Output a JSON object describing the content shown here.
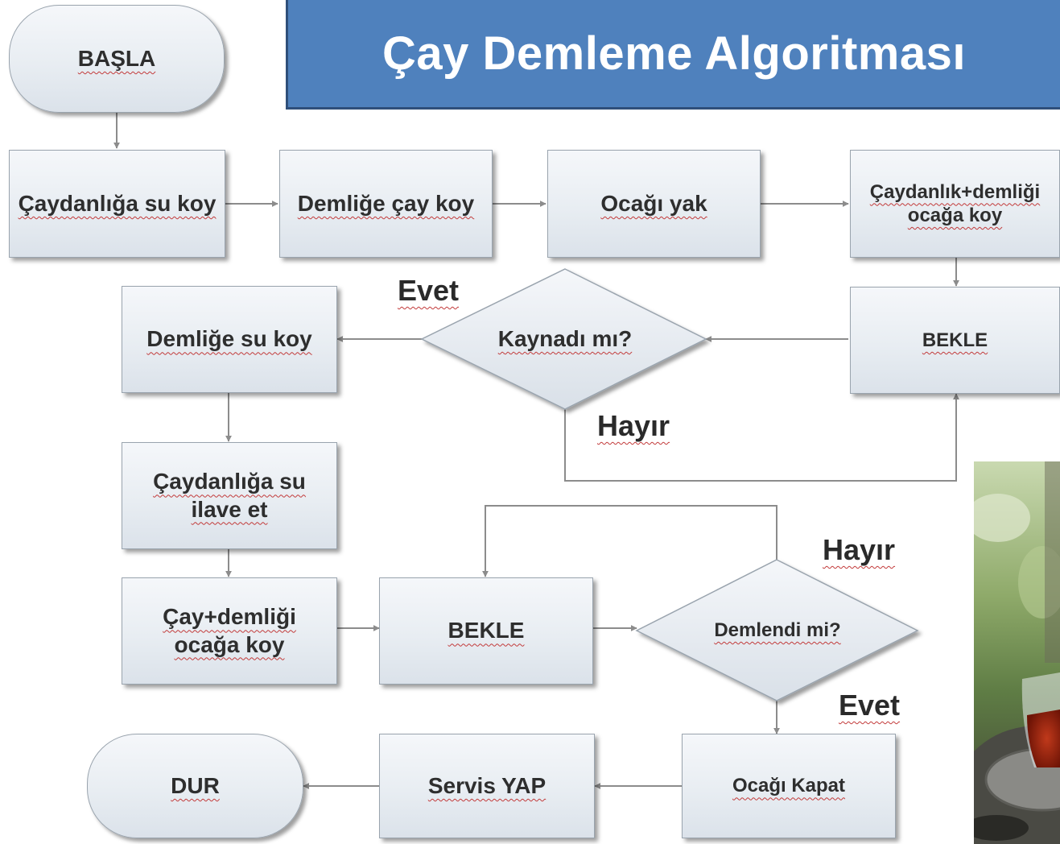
{
  "title": "Çay Demleme Algoritması",
  "nodes": {
    "start": "BAŞLA",
    "step1": "Çaydanlığa su koy",
    "step2": "Demliğe çay koy",
    "step3": "Ocağı yak",
    "step4": "Çaydanlık+demliği ocağa koy",
    "wait1": "BEKLE",
    "decision1": "Kaynadı mı?",
    "step5": "Demliğe su koy",
    "step6": "Çaydanlığa su ilave et",
    "step7": "Çay+demliği ocağa koy",
    "wait2": "BEKLE",
    "decision2": "Demlendi mi?",
    "step8": "Ocağı Kapat",
    "step9": "Servis YAP",
    "end": "DUR"
  },
  "labels": {
    "decision1_yes": "Evet",
    "decision1_no": "Hayır",
    "decision2_no": "Hayır",
    "decision2_yes": "Evet"
  },
  "colors": {
    "title_bg": "#4f81bd",
    "node_fill": "#e8edf2",
    "connector": "#8c8c8c"
  },
  "decorative_image": "tea-glass-photo"
}
